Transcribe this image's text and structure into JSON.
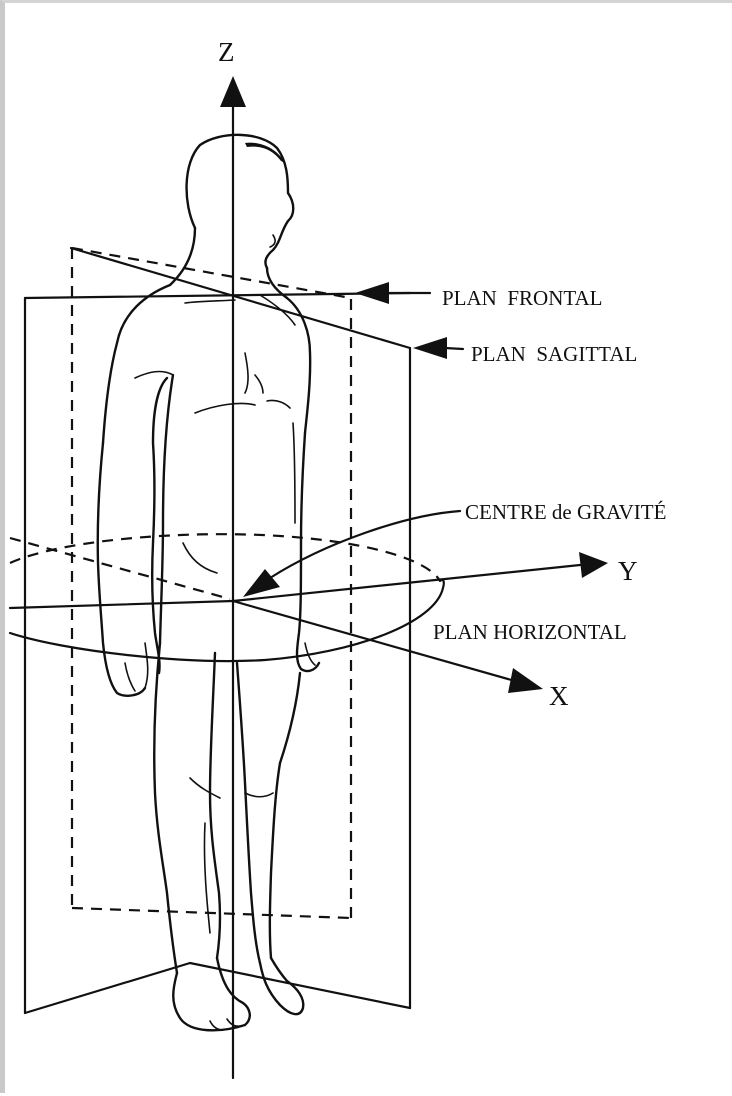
{
  "diagram": {
    "axes": {
      "z": "Z",
      "y": "Y",
      "x": "X"
    },
    "labels": {
      "plan_frontal": "PLAN  FRONTAL",
      "plan_sagittal": "PLAN  SAGITTAL",
      "centre_gravite": "CENTRE de GRAVITÉ",
      "plan_horizontal": "PLAN HORIZONTAL"
    },
    "colors": {
      "ink": "#111111",
      "background": "#ffffff"
    }
  }
}
